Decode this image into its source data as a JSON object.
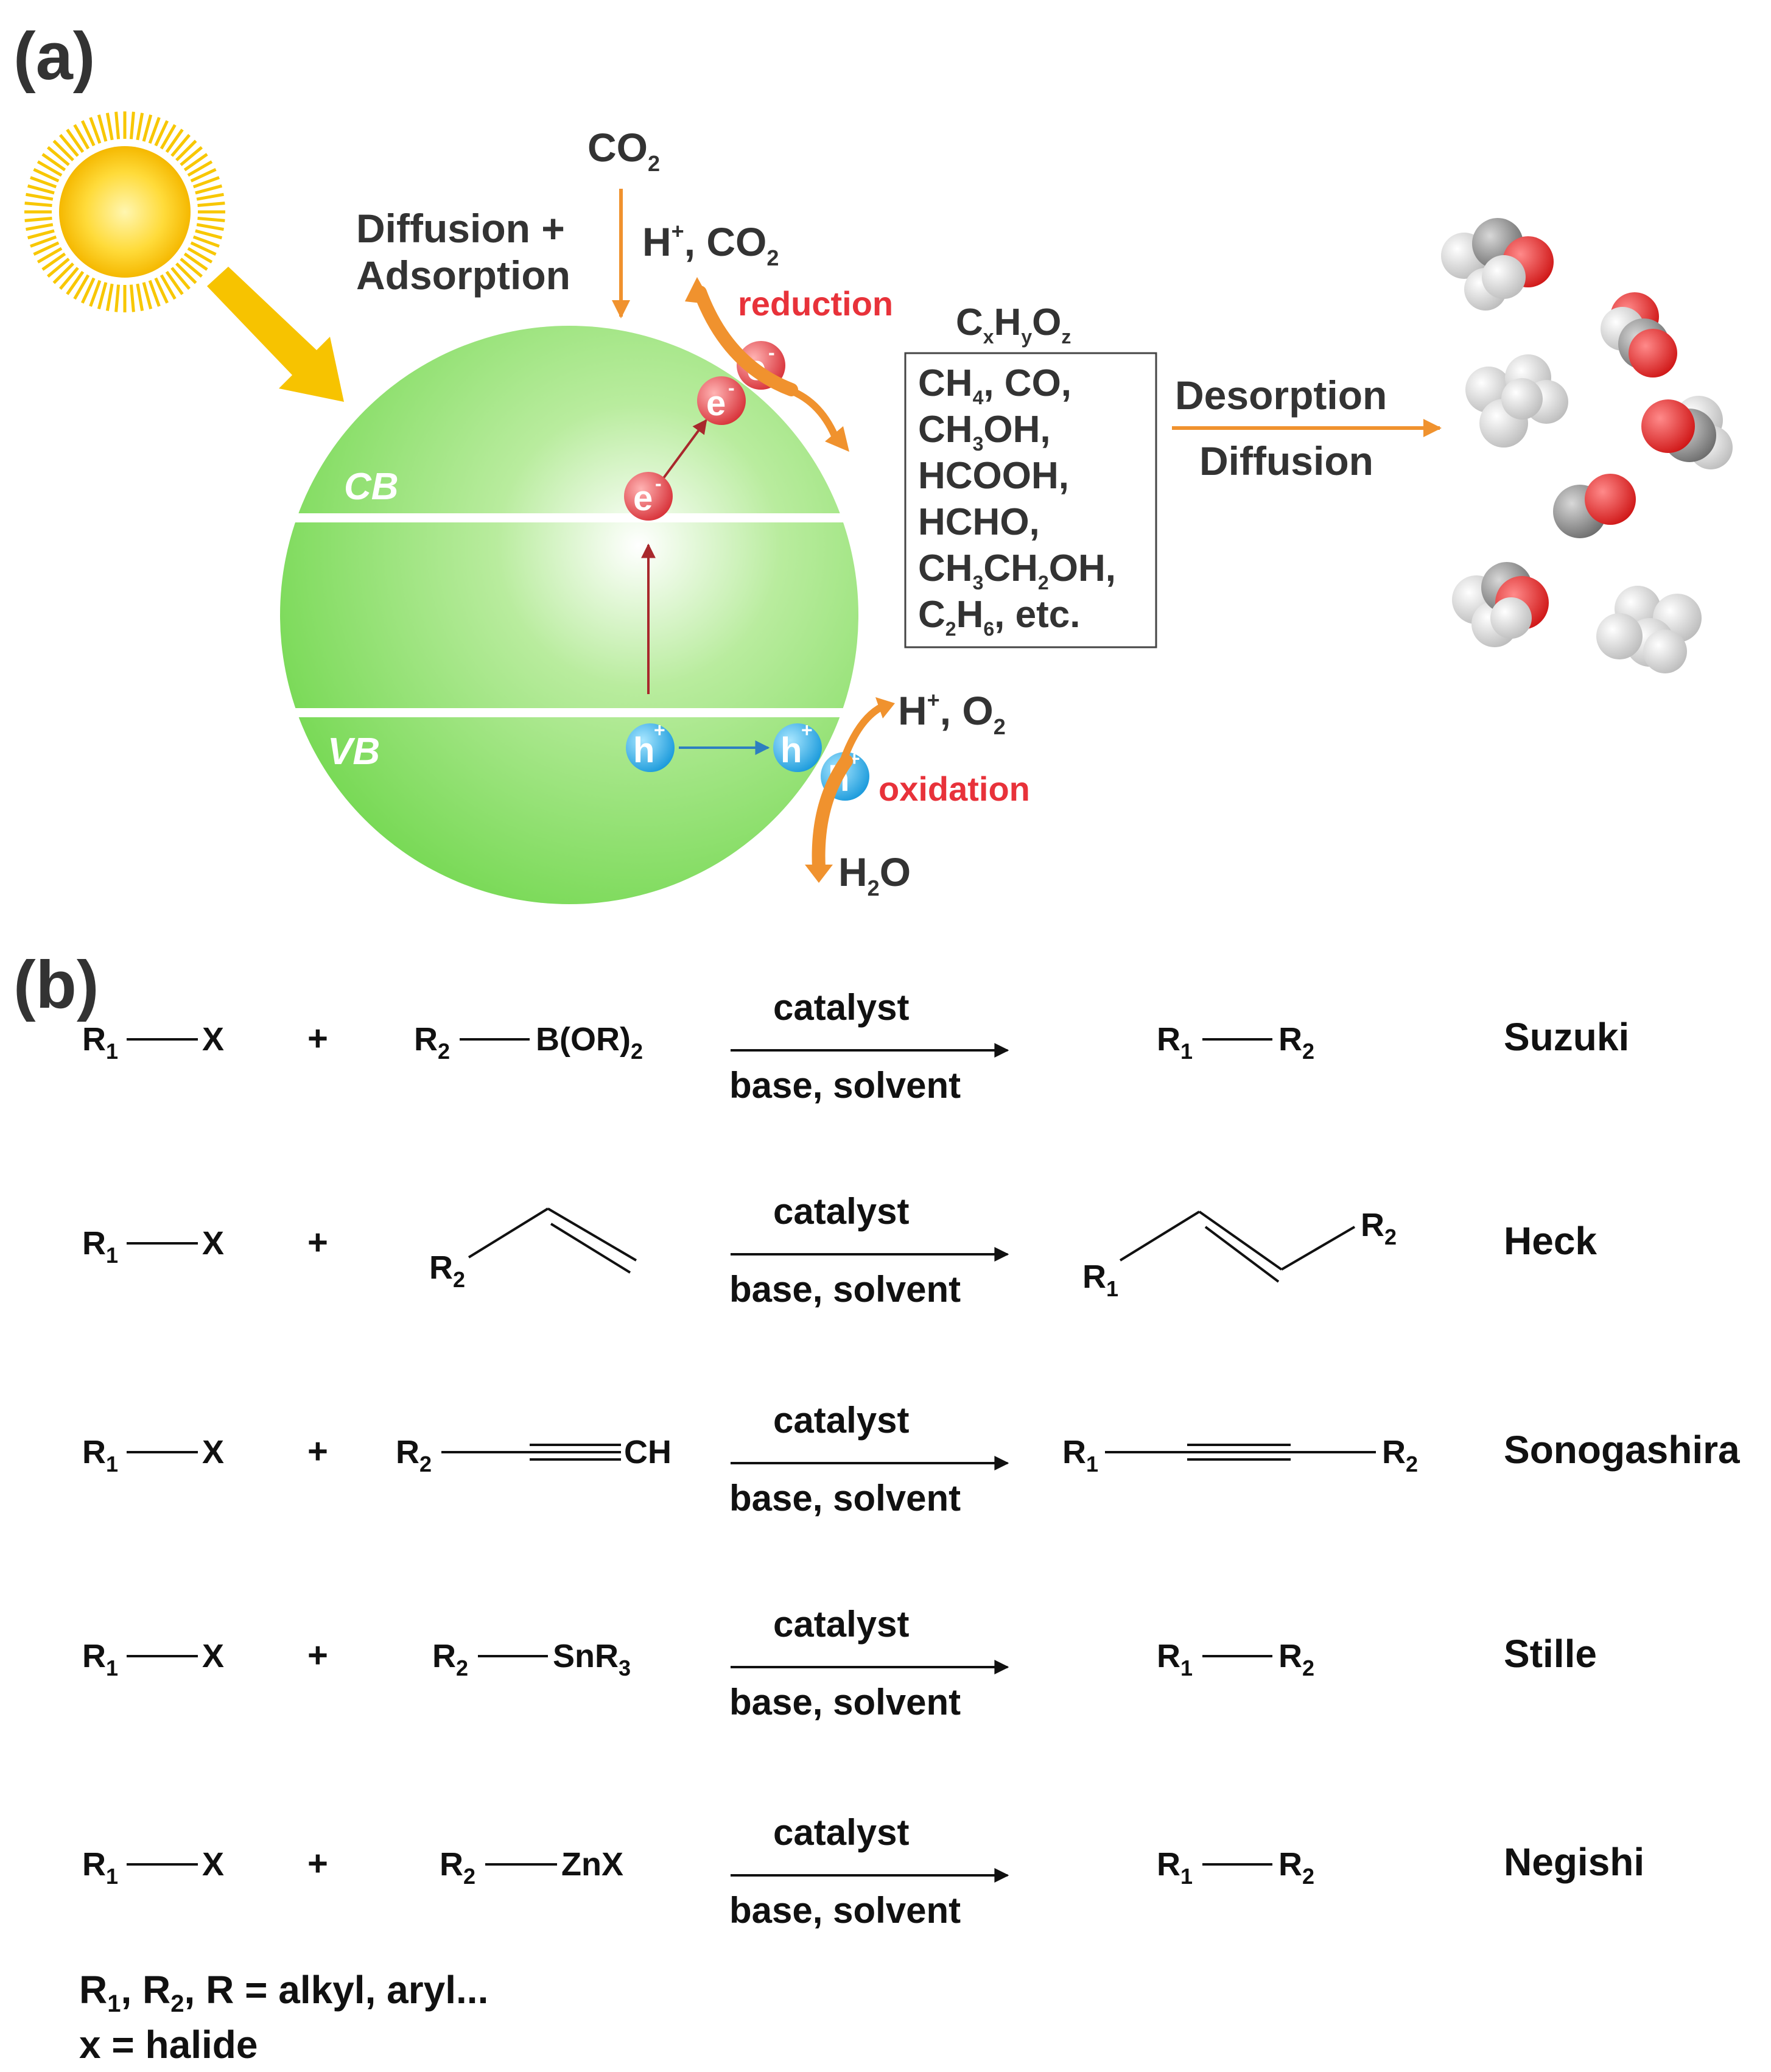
{
  "panel_a": {
    "label": "(a)",
    "co2_top": "CO",
    "co2_top_sub": "2",
    "diffusion_adsorption": [
      "Diffusion +",
      "Adsorption"
    ],
    "reactants_reduction": {
      "h": "H",
      "plus": "+",
      "rest": ", CO",
      "sub": "2"
    },
    "reduction": "reduction",
    "cb": "CB",
    "vb": "VB",
    "electron": "e",
    "electron_sup": "-",
    "hole": "h",
    "hole_sup": "+",
    "products_header": [
      "C",
      "x",
      "H",
      "y",
      "O",
      "z"
    ],
    "products_lines": [
      [
        [
          "CH",
          "n"
        ],
        [
          "4",
          "s"
        ],
        [
          ", CO,",
          "n"
        ]
      ],
      [
        [
          "CH",
          "n"
        ],
        [
          "3",
          "s"
        ],
        [
          "OH,",
          "n"
        ]
      ],
      [
        [
          "HCOOH,",
          "n"
        ]
      ],
      [
        [
          "HCHO,",
          "n"
        ]
      ],
      [
        [
          "CH",
          "n"
        ],
        [
          "3",
          "s"
        ],
        [
          "CH",
          "n"
        ],
        [
          "2",
          "s"
        ],
        [
          "OH,",
          "n"
        ]
      ],
      [
        [
          "C",
          "n"
        ],
        [
          "2",
          "s"
        ],
        [
          "H",
          "n"
        ],
        [
          "6",
          "s"
        ],
        [
          ", etc.",
          "n"
        ]
      ]
    ],
    "desorption": "Desorption",
    "diffusion": "Diffusion",
    "oxidation_products": {
      "h": "H",
      "plus": "+",
      "rest": ", O",
      "sub": "2"
    },
    "oxidation": "oxidation",
    "water": {
      "h": "H",
      "sub": "2",
      "o": "O"
    },
    "colors": {
      "sphere": "#7ed85a",
      "electron": "#e0464c",
      "hole": "#2aa8e6",
      "arrow": "#f0922e",
      "sun": "#ffd21c",
      "red_text": "#e8323a"
    }
  },
  "panel_b": {
    "label": "(b)",
    "arrow_top": "catalyst",
    "arrow_bottom": "base, solvent",
    "plus": "+",
    "r1": "R",
    "r1_sub": "1",
    "x": "X",
    "reactions": [
      {
        "name": "Suzuki",
        "reagent": "R2—B(OR)2",
        "product": "R1—R2"
      },
      {
        "name": "Heck",
        "reagent": "R2 vinyl",
        "product": "R1 / R2 alkene"
      },
      {
        "name": "Sonogashira",
        "reagent": "R2—≡—CH",
        "product": "R1—≡—R2"
      },
      {
        "name": "Stille",
        "reagent": "R2—SnR3",
        "product": "R1—R2"
      },
      {
        "name": "Negishi",
        "reagent": "R2—ZnX",
        "product": "R1—R2"
      }
    ],
    "reagent_text": {
      "boron": [
        "B(OR)",
        "2"
      ],
      "alkyne_ch": "CH",
      "tin": [
        "SnR",
        "3"
      ],
      "zinc": "ZnX"
    },
    "r2": "R",
    "r2_sub": "2",
    "footnote_1": [
      "R",
      "1",
      ", R",
      "2",
      ", R = alkyl, aryl..."
    ],
    "footnote_2": "x = halide"
  }
}
